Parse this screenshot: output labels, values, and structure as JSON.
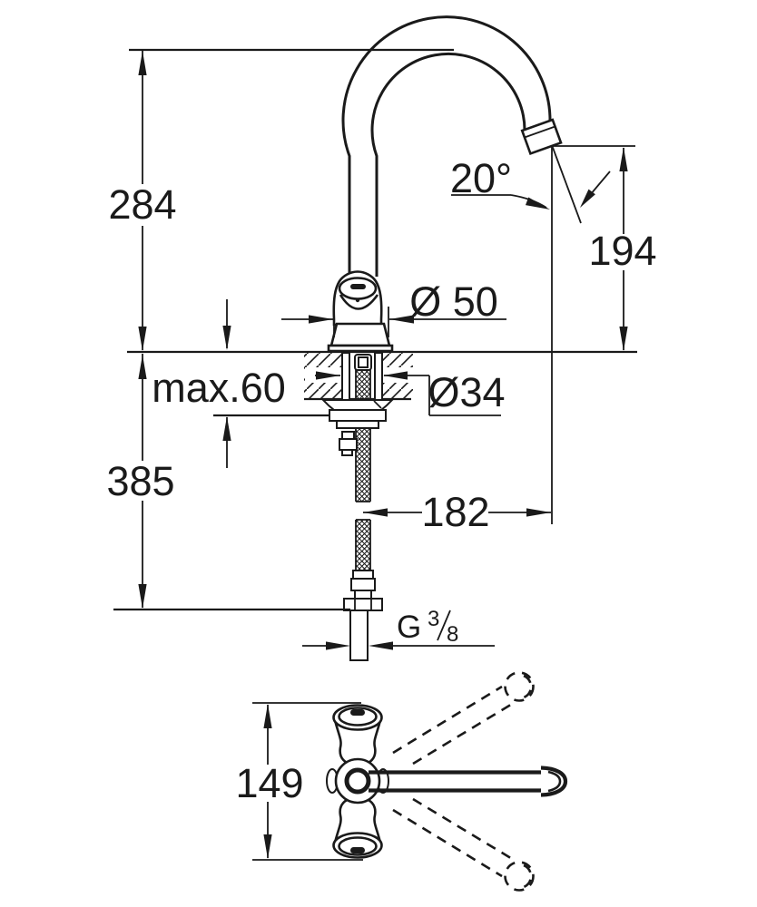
{
  "page": {
    "background": "#ffffff",
    "line_color": "#1a1a1a"
  },
  "drawing": {
    "kind": "faucet-installation-dimension-drawing",
    "views": {
      "front": {
        "labels": {
          "height_above_counter": "284",
          "outlet_height": "194",
          "spout_angle": "20°",
          "base_diameter": "Ø 50",
          "hole_diameter": "Ø34",
          "max_counter_thickness": "max.60",
          "height_below_counter": "385",
          "spout_reach": "182",
          "thread_letter": "G",
          "thread_numerator": "3",
          "thread_denominator": "8"
        }
      },
      "top": {
        "labels": {
          "handle_span": "149"
        }
      }
    }
  }
}
